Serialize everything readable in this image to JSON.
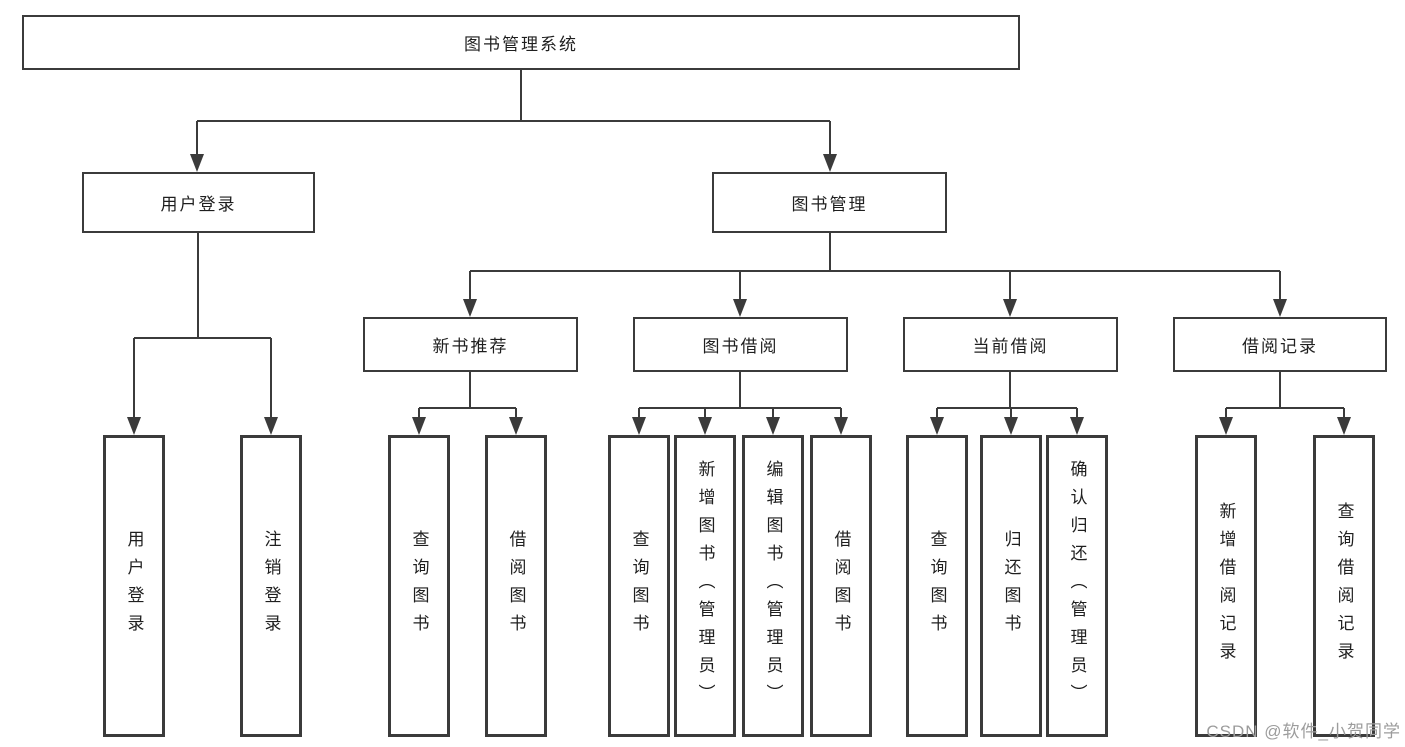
{
  "diagram": {
    "root_label": "图书管理系统",
    "branches": [
      {
        "label": "用户登录",
        "children": [
          "用户登录",
          "注销登录"
        ]
      },
      {
        "label": "图书管理",
        "children": [
          {
            "label": "新书推荐",
            "children": [
              "查询图书",
              "借阅图书"
            ]
          },
          {
            "label": "图书借阅",
            "children": [
              "查询图书",
              "新增图书（管理员）",
              "编辑图书（管理员）",
              "借阅图书"
            ]
          },
          {
            "label": "当前借阅",
            "children": [
              "查询图书",
              "归还图书",
              "确认归还（管理员）"
            ]
          },
          {
            "label": "借阅记录",
            "children": [
              "新增借阅记录",
              "查询借阅记录"
            ]
          }
        ]
      }
    ]
  },
  "watermark": "CSDN @软件_小贺同学",
  "colors": {
    "line": "#3b3b3b",
    "box_border": "#3b3b3b",
    "text": "#1f1f1f",
    "watermark": "#9c9c9c",
    "background": "#ffffff"
  }
}
